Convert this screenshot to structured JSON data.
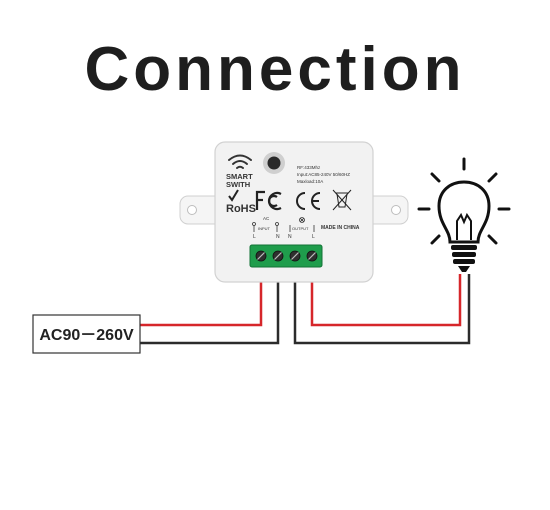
{
  "title": "Connection",
  "device": {
    "logo_line1": "SMART",
    "logo_line2": "SWITH",
    "spec_freq": "RF:433Mhz",
    "spec_input": "Input:AC85-240V 50/60HZ",
    "spec_load": "Maxload:10A",
    "rohs": "RoHS",
    "made_in": "MADE IN CHINA",
    "label_ac": "AC",
    "label_input": "INPUT",
    "label_output": "OUTPUT",
    "label_l1": "L",
    "label_n1": "N",
    "label_n2": "N",
    "label_l2": "L",
    "icon_wifi": "wifi-icon",
    "icon_fcc": "fcc-mark",
    "icon_ce": "ce-mark",
    "icon_weee": "crossed-bin-icon",
    "icon_check": "checkmark-icon"
  },
  "power_label": "AC90－260V",
  "lamp": {
    "icon": "light-bulb-icon"
  },
  "colors": {
    "live_wire": "#d6262a",
    "neutral_wire": "#2b2b2b",
    "terminal_block": "#1f9d4c",
    "device_body": "#f2f2f2"
  }
}
